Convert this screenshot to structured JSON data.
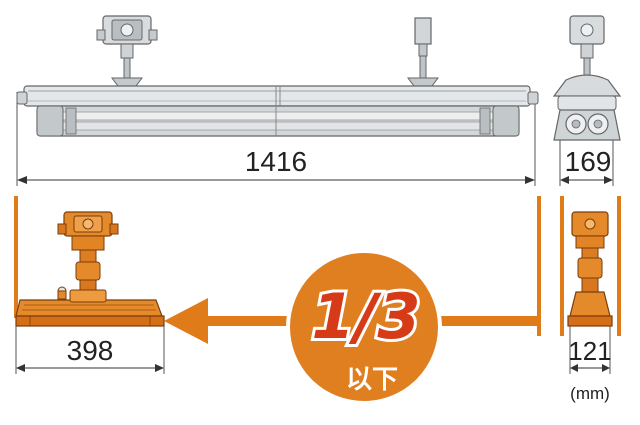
{
  "dimensions": {
    "old_length": "1416",
    "old_width": "169",
    "new_length": "398",
    "new_width": "121",
    "unit": "(mm)"
  },
  "badge": {
    "ratio": "1/3",
    "note": "以下"
  },
  "colors": {
    "accent": "#E07B1A",
    "badge": "#E07F20",
    "badge_text": "#D63A16",
    "gray_body": "#C8CDD0",
    "gray_dark": "#8A9095"
  }
}
